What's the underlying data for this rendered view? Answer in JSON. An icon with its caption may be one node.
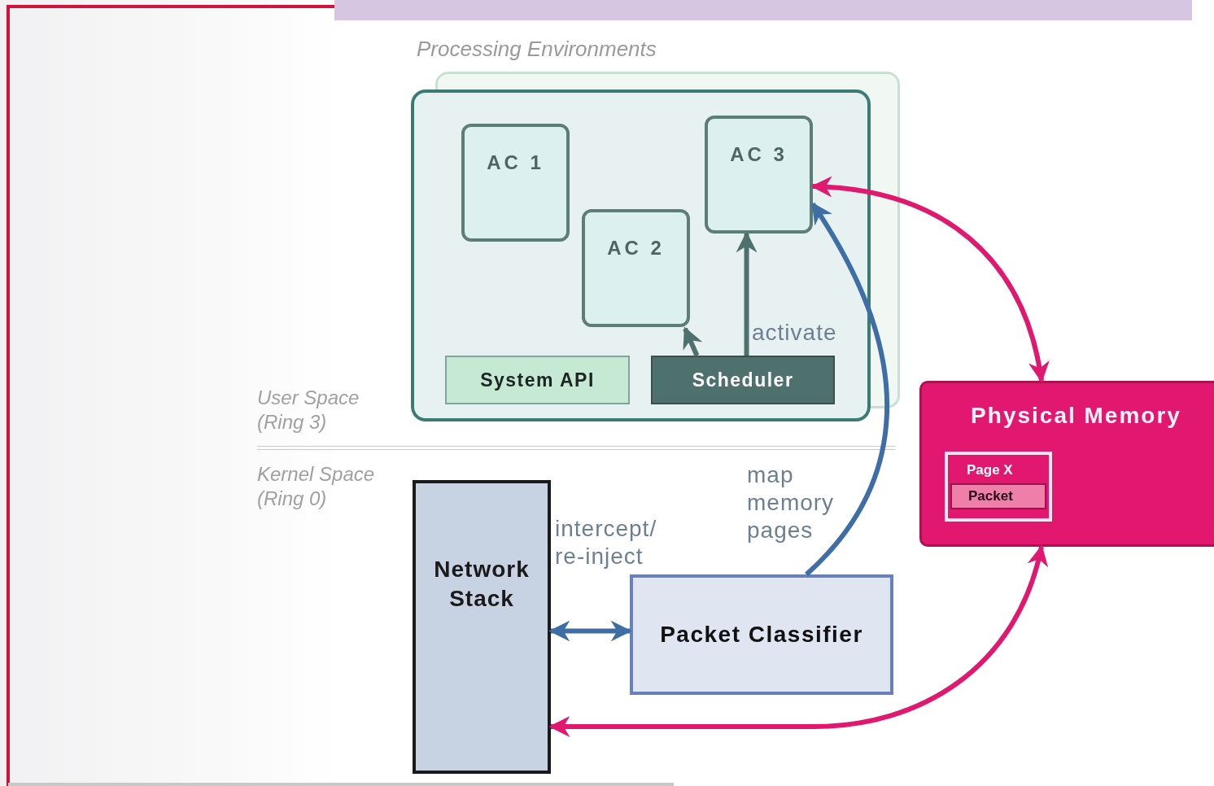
{
  "diagram": {
    "nodes": [
      {
        "text": [
          "Processing Environments"
        ]
      },
      {
        "text": [
          "AC 1"
        ],
        "in": 0
      },
      {
        "text": [
          "AC 2"
        ],
        "in": 0
      },
      {
        "text": [
          "AC 3"
        ],
        "in": 0
      },
      {
        "text": [
          "System API"
        ],
        "in": 0
      },
      {
        "text": [
          "Scheduler"
        ],
        "in": 0
      },
      {
        "text": [
          "Network Stack"
        ]
      },
      {
        "text": [
          "Packet Classifier"
        ]
      },
      {
        "text": [
          "Physical Memory"
        ]
      },
      {
        "text": [
          "Page X",
          "Packet"
        ],
        "in": 8
      }
    ],
    "edges": [
      {
        "from": 5,
        "to": 2,
        "arrow": "to",
        "color": "#4f716e"
      },
      {
        "from": 5,
        "to": 3,
        "arrow": "to",
        "label": "activate",
        "color": "#4f716e"
      },
      {
        "from": 7,
        "to": 3,
        "arrow": "to",
        "label": "map memory pages",
        "color": "#3f6ea6"
      },
      {
        "from": 6,
        "to": 7,
        "arrow": "both",
        "label": "intercept/ re-inject",
        "color": "#3f6ea6"
      },
      {
        "from": 3,
        "to": 8,
        "arrow": "both",
        "color": "#e0186f"
      },
      {
        "from": 8,
        "to": 6,
        "arrow": "both",
        "color": "#e0186f"
      }
    ],
    "labels": [
      "User Space (Ring 3)",
      "Kernel Space (Ring 0)"
    ]
  }
}
